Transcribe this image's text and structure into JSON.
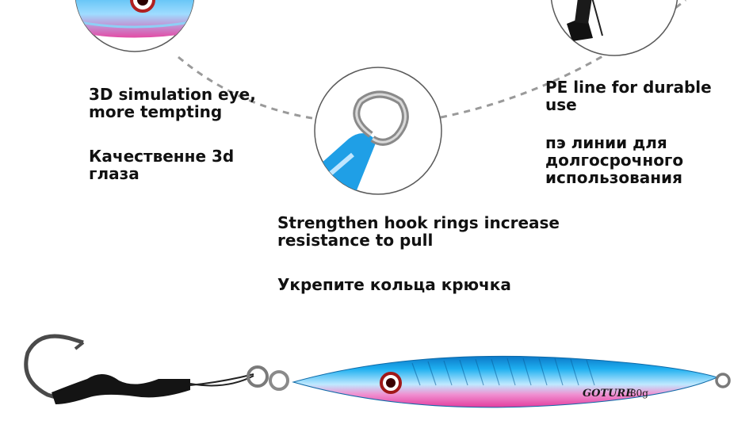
{
  "callouts": [
    {
      "id": "eye",
      "en": "3D simulation eye,\nmore tempting",
      "ru": "Качественне 3d\nглаза"
    },
    {
      "id": "hook-ring",
      "en": "Strengthen hook rings increase\nresistance to pull",
      "ru": "Укрепите кольца крючка"
    },
    {
      "id": "pe-line",
      "en": "PE line for durable use",
      "ru": "пэ линии для\nдолгосрочного\nиспользования"
    }
  ],
  "lure": {
    "brand": "GOTURE",
    "weight": "80g"
  },
  "colors": {
    "lure_blue": "#1fa6ec",
    "lure_pink": "#e24da8",
    "dash": "#9a9a9a",
    "circle": "#555555"
  }
}
